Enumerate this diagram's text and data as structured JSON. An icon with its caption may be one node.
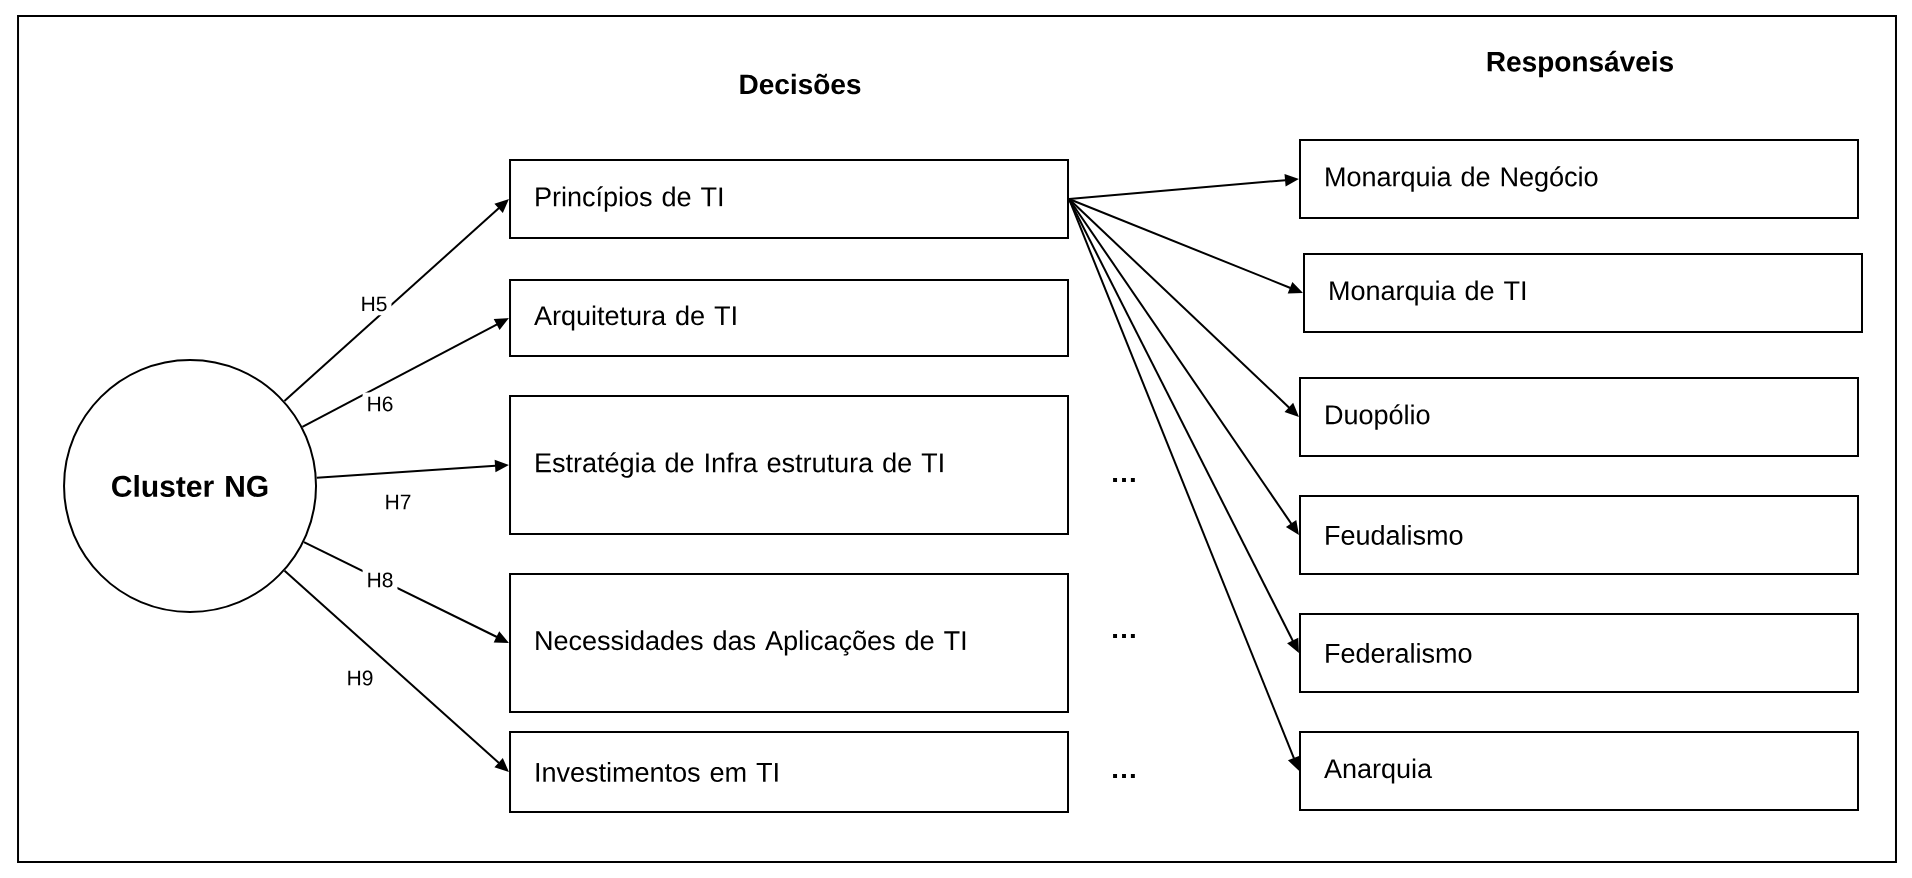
{
  "diagram": {
    "nodes": [
      {
        "text": [
          "Cluster NG"
        ]
      },
      {
        "text": [
          "Princípios de TI"
        ]
      },
      {
        "text": [
          "Arquitetura de TI"
        ]
      },
      {
        "text": [
          "Estratégia de Infra estrutura de TI"
        ]
      },
      {
        "text": [
          "Necessidades das Aplicações de TI"
        ]
      },
      {
        "text": [
          "Investimentos em  TI"
        ]
      },
      {
        "text": [
          "Monarquia de Negócio"
        ]
      },
      {
        "text": [
          "Monarquia de TI"
        ]
      },
      {
        "text": [
          "Duopólio"
        ]
      },
      {
        "text": [
          "Feudalismo"
        ]
      },
      {
        "text": [
          "Federalismo"
        ]
      },
      {
        "text": [
          "Anarquia"
        ]
      }
    ],
    "edges": [
      {
        "from": 0,
        "to": 1,
        "arrow": "to",
        "label": "H5"
      },
      {
        "from": 0,
        "to": 2,
        "arrow": "to",
        "label": "H6"
      },
      {
        "from": 0,
        "to": 3,
        "arrow": "to",
        "label": "H7"
      },
      {
        "from": 0,
        "to": 4,
        "arrow": "to",
        "label": "H8"
      },
      {
        "from": 0,
        "to": 5,
        "arrow": "to",
        "label": "H9"
      },
      {
        "from": 1,
        "to": 6,
        "arrow": "to"
      },
      {
        "from": 1,
        "to": 7,
        "arrow": "to"
      },
      {
        "from": 1,
        "to": 8,
        "arrow": "to"
      },
      {
        "from": 1,
        "to": 9,
        "arrow": "to"
      },
      {
        "from": 1,
        "to": 10,
        "arrow": "to"
      },
      {
        "from": 1,
        "to": 11,
        "arrow": "to"
      }
    ],
    "labels": [
      "Decisões",
      "Responsáveis",
      "…",
      "…",
      "…"
    ]
  }
}
